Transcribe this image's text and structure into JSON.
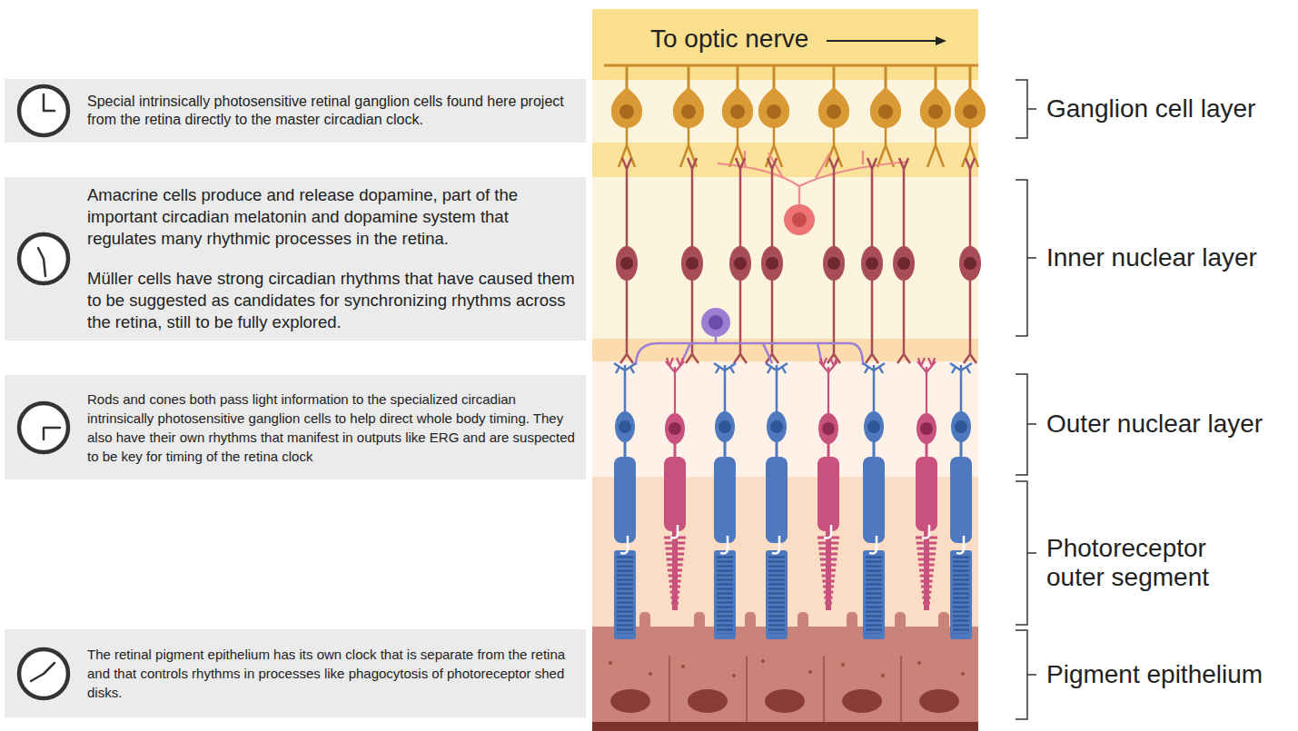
{
  "diagram": {
    "nodes": [
      {
        "text": [
          "Special intrinsically photosensitive retinal ganglion cells found here project from the retina directly to the master circadian clock."
        ]
      },
      {
        "text": [
          "Amacrine cells produce and release dopamine, part of the important circadian melatonin and dopamine system that regulates many rhythmic processes in the retina.",
          "Müller cells have strong circadian rhythms that have caused them to be suggested as candidates for synchronizing rhythms across the retina, still to be fully explored."
        ]
      },
      {
        "text": [
          "Rods and cones both pass light information to the specialized circadian intrinsically photosensitive ganglion cells to help direct whole body timing. They also have their own rhythms that manifest in outputs like ERG and are suspected to be key for timing of the retina clock"
        ]
      },
      {
        "text": [
          "The retinal pigment epithelium has its own clock that is separate from the retina and that controls rhythms in processes like phagocytosis of photoreceptor shed disks."
        ]
      }
    ],
    "labels": [
      "To optic nerve",
      "Ganglion cell layer",
      "Inner nuclear layer",
      "Outer nuclear layer",
      "Photoreceptor outer segment",
      "Pigment epithelium"
    ]
  }
}
